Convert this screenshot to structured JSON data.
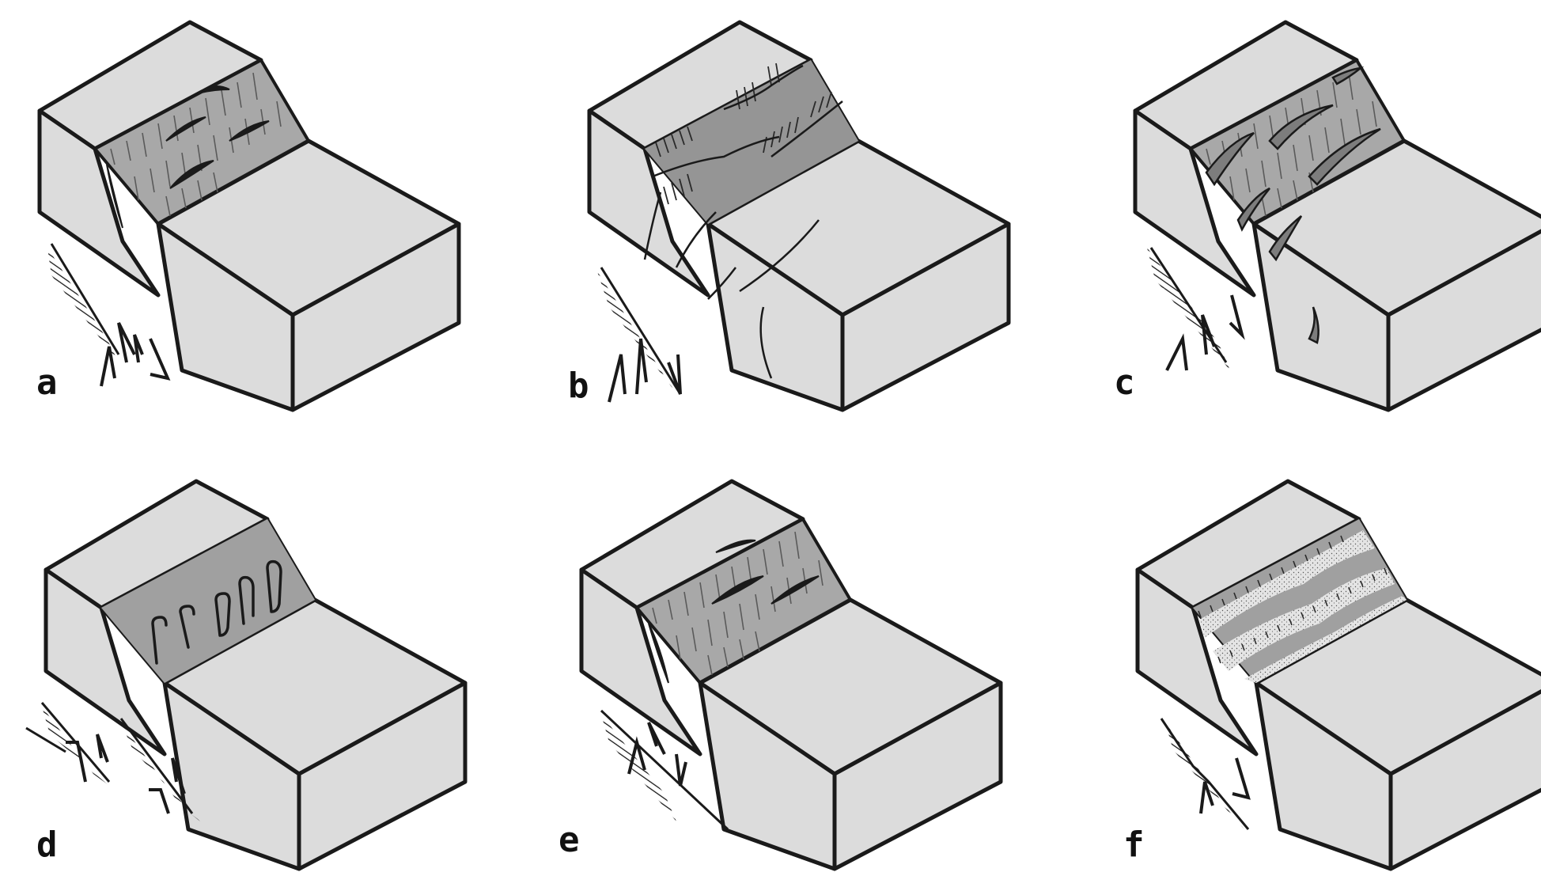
{
  "panels": [
    {
      "label": "a",
      "style": "striated with lensoid fractures"
    },
    {
      "label": "b",
      "style": "cross-cutting fractures"
    },
    {
      "label": "c",
      "style": "curved fractures"
    },
    {
      "label": "d",
      "style": "hooked grooves"
    },
    {
      "label": "e",
      "style": "striated with fractures"
    },
    {
      "label": "f",
      "style": "stippled bands"
    }
  ],
  "colors": {
    "block_fill": "#dcdcdc",
    "fault_surface_fill": "#a8a8a8",
    "fault_surface_dark": "#8f8f8f",
    "outline": "#1a1a1a",
    "stipple": "#e6e6e6"
  }
}
